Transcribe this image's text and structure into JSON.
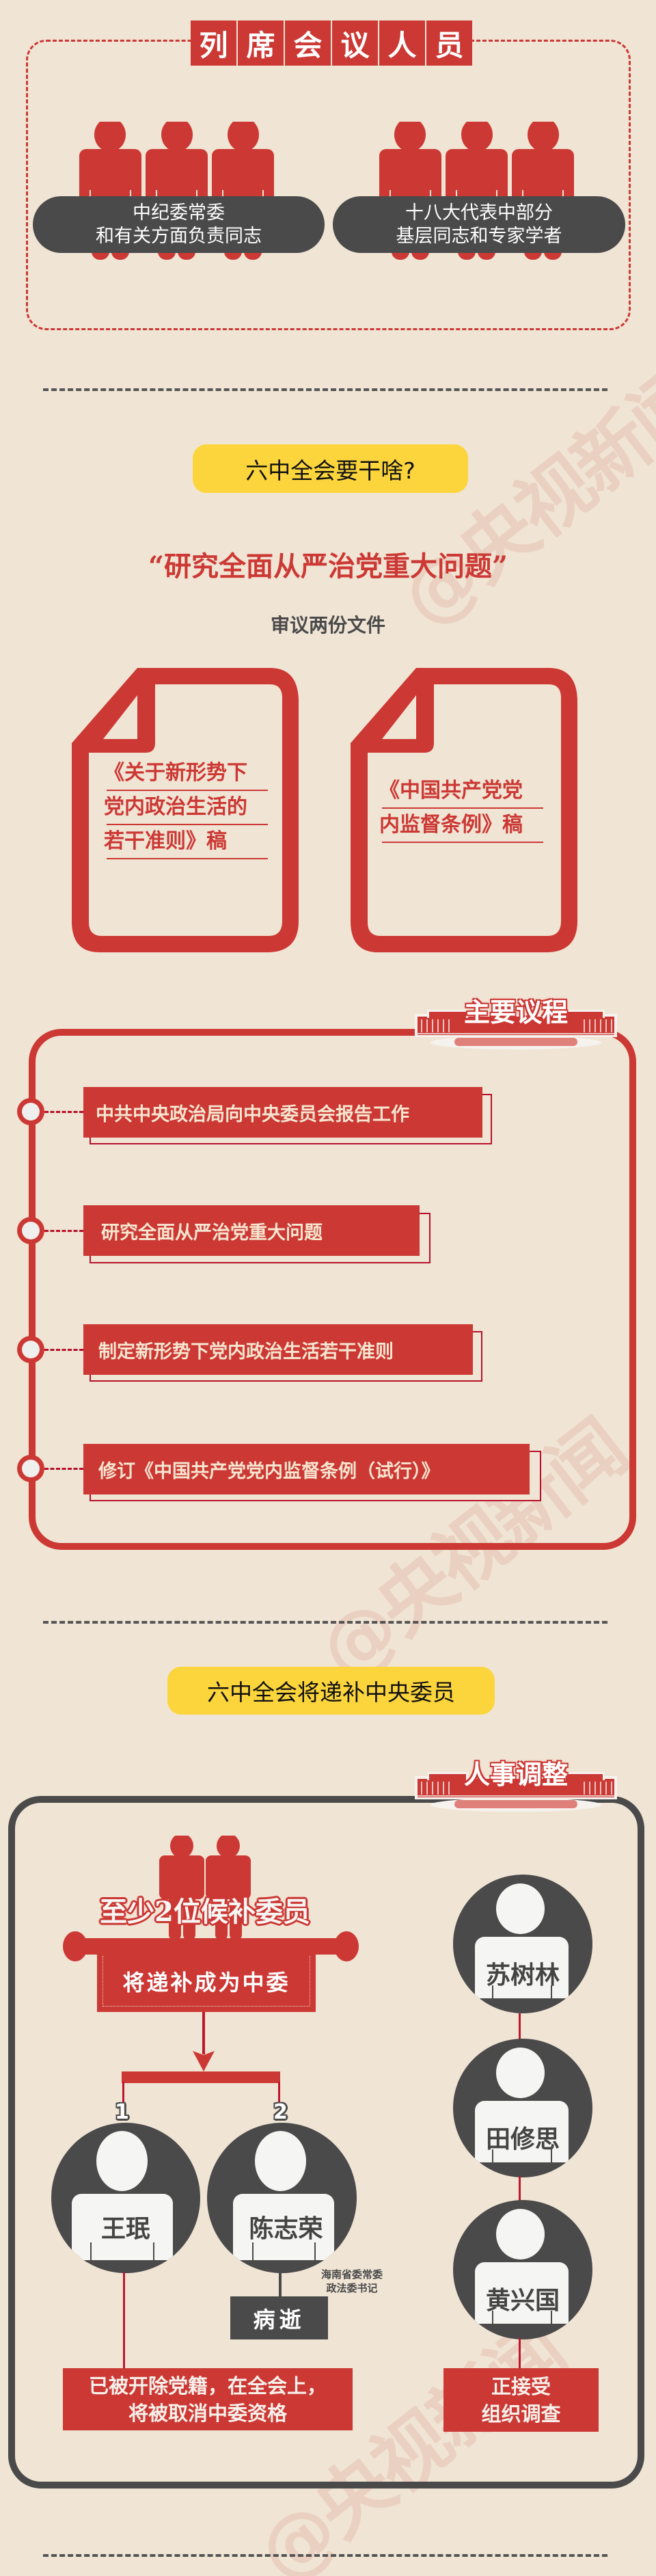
{
  "attendees": {
    "title_chars": [
      "列",
      "席",
      "会",
      "议",
      "人",
      "员"
    ],
    "groups": [
      {
        "lines": [
          "中纪委常委",
          "和有关方面负责同志"
        ]
      },
      {
        "lines": [
          "十八大代表中部分",
          "基层同志和专家学者"
        ]
      }
    ]
  },
  "agenda_intro": {
    "question": "六中全会要干啥?",
    "quote": "“研究全面从严治党重大问题”",
    "subtitle": "审议两份文件",
    "documents": [
      {
        "lines": [
          "《关于新形势下",
          "党内政治生活的",
          "若干准则》稿"
        ]
      },
      {
        "lines": [
          "《中国共产党党",
          "内监督条例》稿"
        ]
      }
    ]
  },
  "agenda": {
    "badge": "主要议程",
    "items": [
      "中共中央政治局向中央委员会报告工作",
      "研究全面从严治党重大问题",
      "制定新形势下党内政治生活若干准则",
      "修订《中国共产党党内监督条例（试行）》"
    ]
  },
  "personnel_intro": {
    "headline": "六中全会将递补中央委员"
  },
  "personnel": {
    "badge": "人事调整",
    "candidates_label": "至少2位候补委员",
    "banner_label": "将递补成为中委",
    "left_people": [
      {
        "number": "1",
        "name": "王珉"
      },
      {
        "number": "2",
        "name": "陈志荣",
        "note_lines": [
          "海南省委常委",
          "政法委书记"
        ],
        "status": "病逝"
      }
    ],
    "left_outcome_lines": [
      "已被开除党籍，在全会上，",
      "将被取消中委资格"
    ],
    "right_people": [
      {
        "name": "苏树林"
      },
      {
        "name": "田修思"
      },
      {
        "name": "黄兴国"
      }
    ],
    "right_outcome_lines": [
      "正接受",
      "组织调查"
    ]
  },
  "watermark": "@央视新闻",
  "colors": {
    "background": "#f0e4d4",
    "accent_red": "#cc3834",
    "dark_gray": "#4a4a4a",
    "highlight_yellow": "#fcd53c"
  }
}
